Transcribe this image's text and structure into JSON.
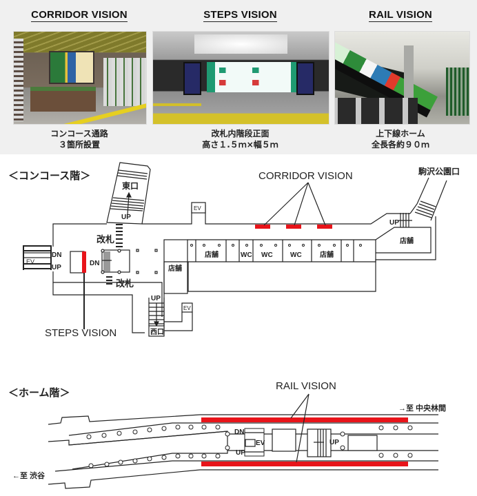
{
  "top": {
    "cards": [
      {
        "title": "CORRIDOR VISION",
        "photo_alt": "Concourse corridor rendering with wall-mounted digital signage",
        "caption_line1": "コンコース通路",
        "caption_line2": "３箇所設置"
      },
      {
        "title": "STEPS VISION",
        "photo_alt": "Wide LED display facing stairs inside ticket gates",
        "caption_line1": "改札内階段正面",
        "caption_line2": "高さ１.５ｍ×幅５ｍ"
      },
      {
        "title": "RAIL VISION",
        "photo_alt": "Platform with continuous LED band along the track wall",
        "caption_line1": "上下線ホーム",
        "caption_line2": "全長各約９０ｍ"
      }
    ]
  },
  "concourse": {
    "section_label": "＜コンコース階＞",
    "callout_corridor": "CORRIDOR VISION",
    "callout_steps": "STEPS VISION",
    "exit_east": "東口",
    "exit_west": "西口",
    "exit_komazawa": "駒沢公園口",
    "gate_label": "改札",
    "ev": "EV",
    "up": "UP",
    "dn": "DN",
    "shop": "店舗",
    "wc": "WC",
    "rooms": [
      "",
      "店舗",
      "",
      "WC",
      "WC",
      "WC",
      "店舗",
      "",
      ""
    ],
    "highlight_color": "#e8141a"
  },
  "platform": {
    "section_label": "＜ホーム階＞",
    "callout_rail": "RAIL VISION",
    "to_shibuya": "←至 渋谷",
    "to_chuo_rinkan": "→至 中央林間",
    "ev": "EV",
    "up": "UP",
    "dn": "DN",
    "highlight_color": "#e8141a"
  }
}
